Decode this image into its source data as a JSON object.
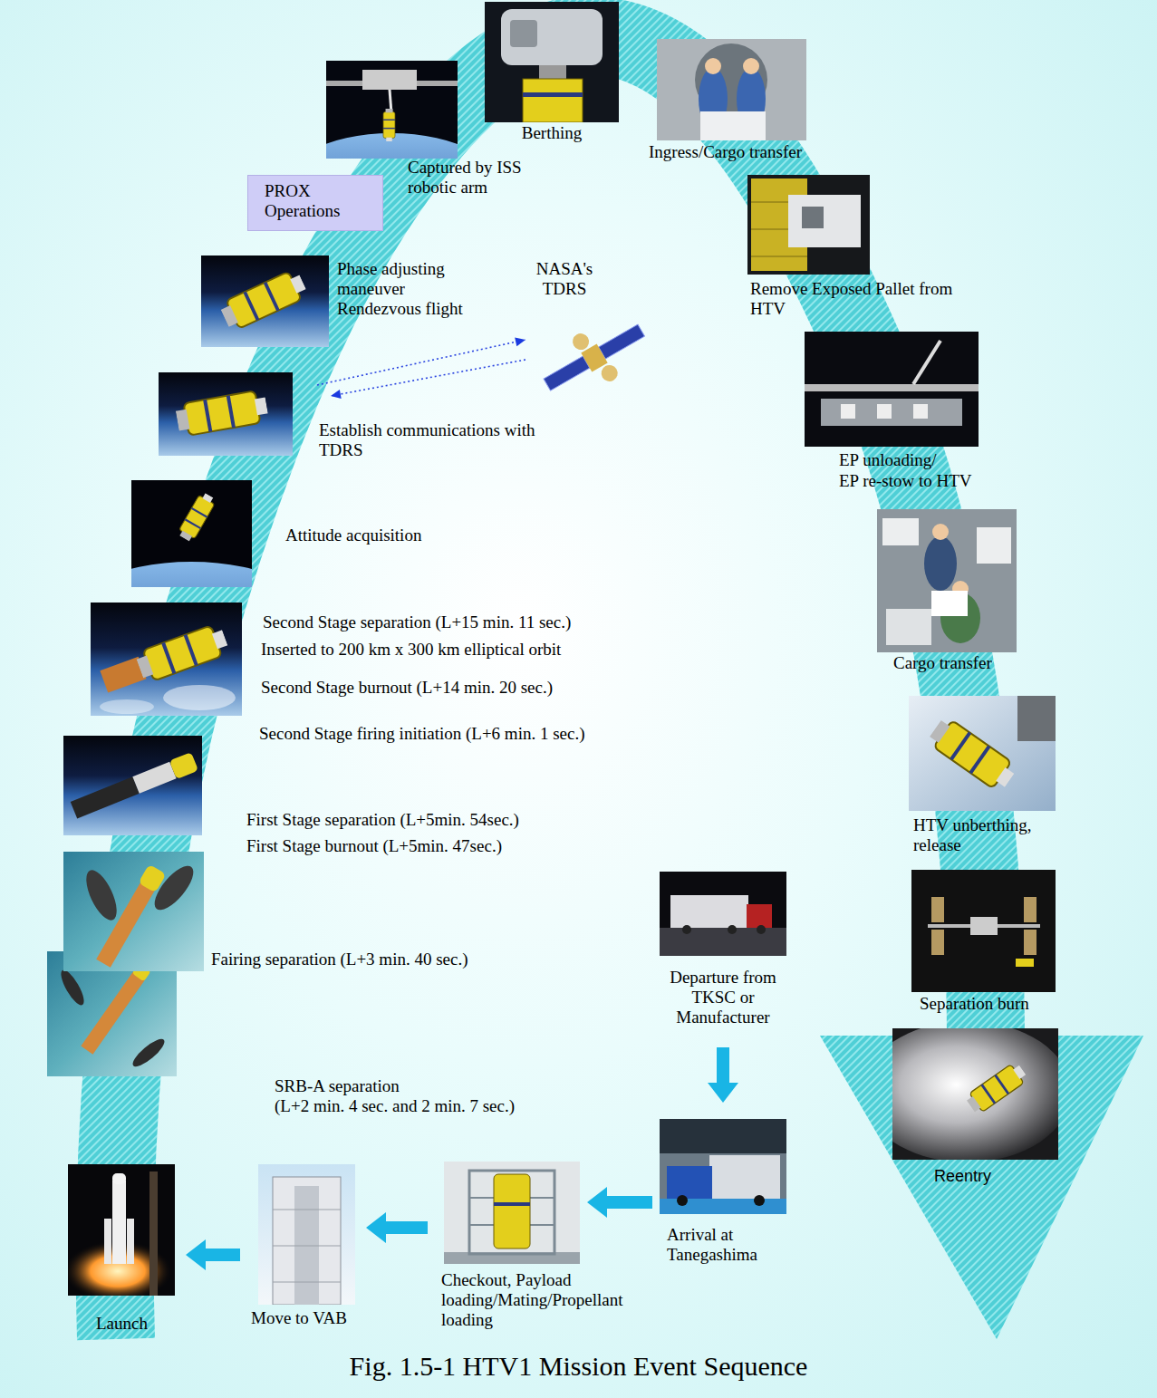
{
  "diagram": {
    "caption": "Fig. 1.5-1 HTV1 Mission Event Sequence",
    "nodes": [
      {
        "text": [
          "Departure from TKSC or Manufacturer"
        ]
      },
      {
        "text": [
          "Arrival at Tanegashima"
        ]
      },
      {
        "text": [
          "Checkout, Payload loading/Mating/Propellant loading"
        ]
      },
      {
        "text": [
          "Move to VAB"
        ]
      },
      {
        "text": [
          "Launch"
        ]
      },
      {
        "text": [
          "SRB-A separation",
          "(L+2 min. 4 sec. and 2 min. 7 sec.)"
        ]
      },
      {
        "text": [
          "Fairing separation (L+3 min. 40 sec.)"
        ]
      },
      {
        "text": [
          "First Stage separation (L+5min. 54sec.)",
          "First Stage burnout (L+5min. 47sec.)"
        ]
      },
      {
        "text": [
          "Second Stage separation (L+15 min. 11 sec.)",
          "Inserted to 200 km x 300 km elliptical orbit",
          "Second Stage burnout (L+14 min. 20 sec.)",
          "Second Stage firing initiation (L+6 min. 1 sec.)"
        ]
      },
      {
        "text": [
          "Attitude acquisition"
        ]
      },
      {
        "text": [
          "Establish communications with TDRS"
        ]
      },
      {
        "text": [
          "NASA's TDRS"
        ]
      },
      {
        "text": [
          "Phase adjusting maneuver",
          "Rendezvous flight"
        ]
      },
      {
        "text": [
          "PROX Operations"
        ]
      },
      {
        "text": [
          "Captured by ISS robotic arm"
        ]
      },
      {
        "text": [
          "Berthing"
        ]
      },
      {
        "text": [
          "Ingress/Cargo transfer"
        ]
      },
      {
        "text": [
          "Remove Exposed Pallet from HTV"
        ]
      },
      {
        "text": [
          "EP unloading/",
          "EP re-stow to HTV"
        ]
      },
      {
        "text": [
          "Cargo transfer"
        ]
      },
      {
        "text": [
          "HTV unberthing, release"
        ]
      },
      {
        "text": [
          "Separation burn"
        ]
      },
      {
        "text": [
          "Reentry"
        ]
      }
    ],
    "edges": [
      {
        "from": 0,
        "to": 1,
        "arrow": "to"
      },
      {
        "from": 1,
        "to": 2,
        "arrow": "to"
      },
      {
        "from": 2,
        "to": 3,
        "arrow": "to"
      },
      {
        "from": 3,
        "to": 4,
        "arrow": "to"
      },
      {
        "from": 10,
        "to": 11,
        "arrow": "to"
      },
      {
        "from": 11,
        "to": 10,
        "arrow": "to"
      }
    ]
  }
}
